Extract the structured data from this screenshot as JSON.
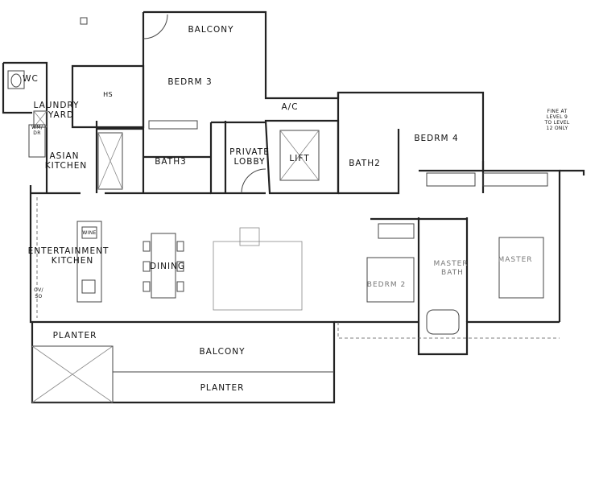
{
  "rooms": {
    "wc": "WC",
    "laundry_1": "LAUNDRY",
    "laundry_2": "YARD",
    "wm_dr_1": "WM/",
    "wm_dr_2": "DR",
    "asian_kitchen_1": "ASIAN",
    "asian_kitchen_2": "KITCHEN",
    "hs": "HS",
    "balcony_top": "BALCONY",
    "bedrm3": "BEDRM 3",
    "ac": "A/C",
    "private_lobby_1": "PRIVATE",
    "private_lobby_2": "LOBBY",
    "lift": "LIFT",
    "bath3": "BATH3",
    "bath2": "BATH2",
    "bedrm4": "BEDRM 4",
    "ent_kitchen_1": "ENTERTAINMENT",
    "ent_kitchen_2": "KITCHEN",
    "wine": "WINE",
    "ov_so_1": "OV/",
    "ov_so_2": "SO",
    "dining": "DINING",
    "bedrm_mid": "BEDRM 2",
    "master_bath_1": "MASTER",
    "master_bath_2": "BATH",
    "master": "MASTER",
    "planter_left": "PLANTER",
    "balcony_bottom": "BALCONY",
    "planter_bottom": "PLANTER"
  },
  "note": {
    "line1": "FINE AT",
    "line2": "LEVEL 9",
    "line3": "TO LEVEL",
    "line4": "12 ONLY"
  }
}
